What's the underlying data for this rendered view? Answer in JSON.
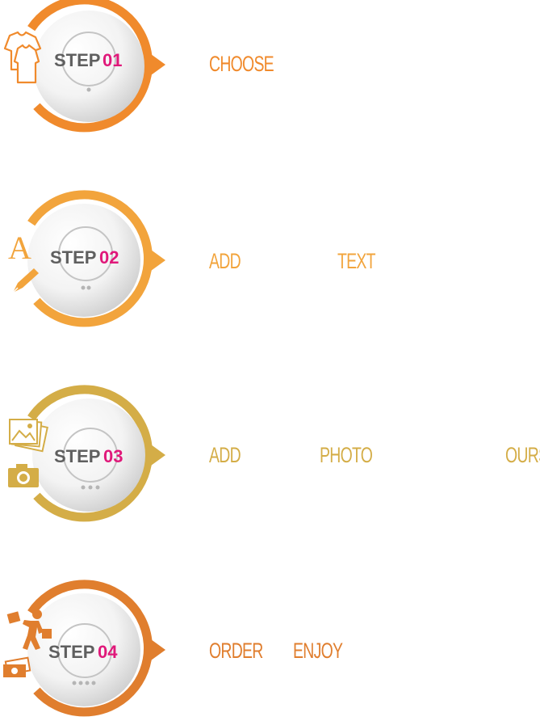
{
  "steps": [
    {
      "label": "STEP",
      "number": "01",
      "color": "#f08a2c",
      "dots": 1,
      "icons": [
        "clothing-icon"
      ],
      "words": [
        "CHOOSE"
      ]
    },
    {
      "label": "STEP",
      "number": "02",
      "color": "#f2a43c",
      "dots": 2,
      "icons": [
        "letter-a-icon",
        "pen-icon"
      ],
      "words": [
        "ADD",
        "TEXT"
      ]
    },
    {
      "label": "STEP",
      "number": "03",
      "color": "#d4ad47",
      "dots": 3,
      "icons": [
        "photo-gallery-icon",
        "camera-icon"
      ],
      "words": [
        "ADD",
        "PHOTO",
        "OURS"
      ]
    },
    {
      "label": "STEP",
      "number": "04",
      "color": "#e07e2e",
      "dots": 4,
      "icons": [
        "shopper-icon",
        "money-icon"
      ],
      "words": [
        "ORDER",
        "ENJOY"
      ]
    }
  ],
  "colors": {
    "label_gray": "#5f5f5f",
    "number_pink": "#e0197a",
    "dot_gray": "#b5b5b5"
  }
}
